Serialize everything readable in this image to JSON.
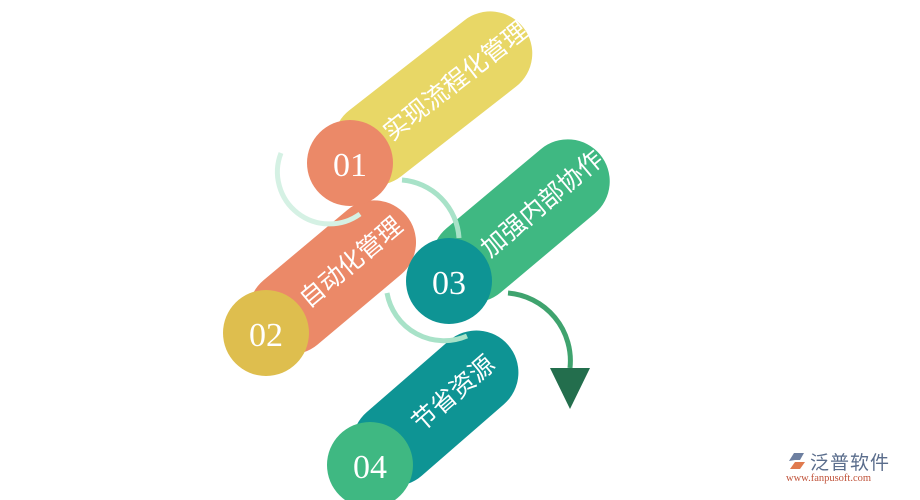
{
  "diagram": {
    "items": [
      {
        "number": "01",
        "label": "实现流程化管理",
        "circle_color": "#EB8968",
        "pill_color": "#E8D766"
      },
      {
        "number": "02",
        "label": "自动化管理",
        "circle_color": "#DEBE4E",
        "pill_color": "#EB8968"
      },
      {
        "number": "03",
        "label": "加强内部协作",
        "circle_color": "#0E9494",
        "pill_color": "#3FB882"
      },
      {
        "number": "04",
        "label": "节省资源",
        "circle_color": "#3FB882",
        "pill_color": "#0E9494"
      }
    ],
    "connector_arc_color": "#A8E2C8",
    "arrow_color": "#3FA36E",
    "arrowhead_color": "#236E4D"
  },
  "logo": {
    "name": "泛普软件",
    "url": "www.fanpusoft.com"
  }
}
